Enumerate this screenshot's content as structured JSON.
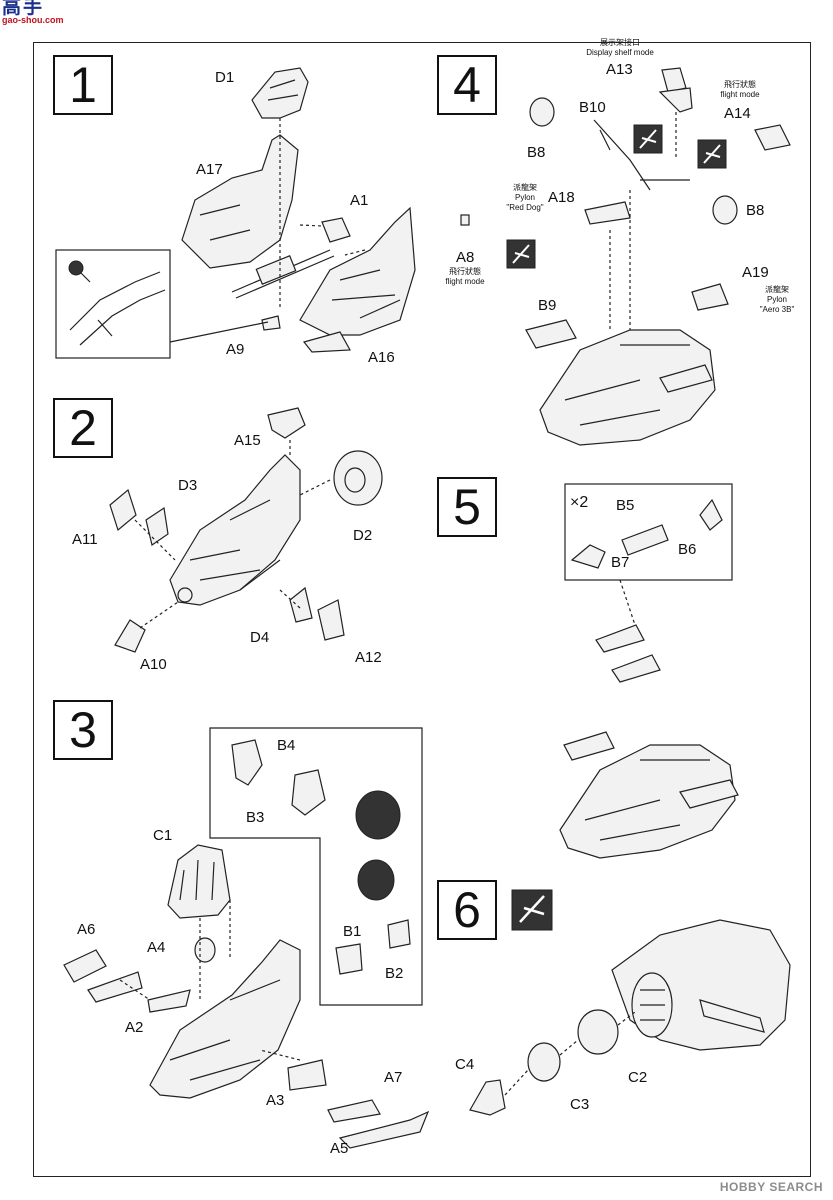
{
  "site_logo": {
    "cn": "高手",
    "url": "gao-shou.com"
  },
  "watermark": "HOBBY SEARCH",
  "steps": [
    {
      "number": "1",
      "parts": [
        "D1",
        "A17",
        "A1",
        "A9",
        "A16"
      ]
    },
    {
      "number": "2",
      "parts": [
        "A15",
        "D3",
        "A11",
        "D2",
        "D4",
        "A10",
        "A12"
      ]
    },
    {
      "number": "3",
      "parts": [
        "B4",
        "B3",
        "C1",
        "A6",
        "A4",
        "A2",
        "B1",
        "B2",
        "A3",
        "A7",
        "A5"
      ]
    },
    {
      "number": "4",
      "parts": [
        "A13",
        "B10",
        "A14",
        "B8",
        "B8",
        "A18",
        "A8",
        "B9",
        "A19"
      ]
    },
    {
      "number": "5",
      "parts": [
        "B5",
        "B6",
        "B7"
      ],
      "multiplier": "×2"
    },
    {
      "number": "6",
      "parts": [
        "C4",
        "C2",
        "C3"
      ]
    }
  ],
  "notes": {
    "display_shelf_cn": "展示架接口",
    "display_shelf_en": "Display shelf  mode",
    "flight_mode_cn": "飛行狀態",
    "flight_mode_en": "flight mode",
    "red_dog_cn": "派龍架",
    "red_dog_en1": "Pylon",
    "red_dog_en2": "\"Red Dog\"",
    "aero_cn": "派龍架",
    "aero_en1": "Pylon",
    "aero_en2": "\"Aero 3B\""
  }
}
